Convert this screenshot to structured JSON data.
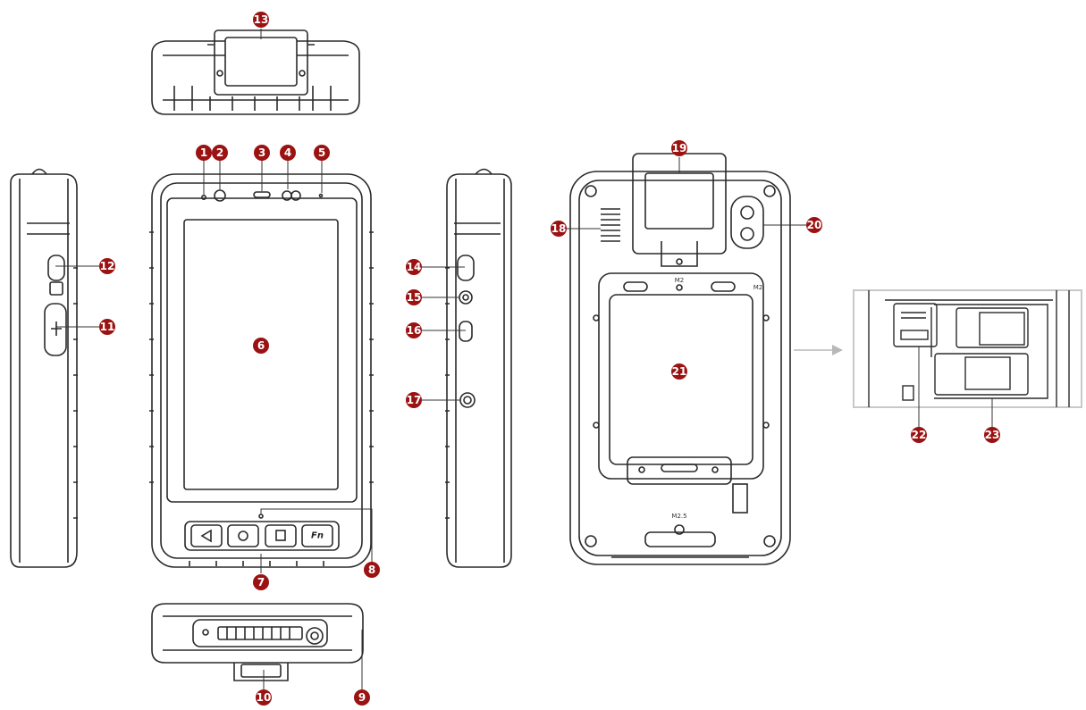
{
  "colors": {
    "callout": "#9b1212",
    "outline": "#2a2a2a",
    "line": "#333333",
    "arrow": "#b8b8b8",
    "zoom_frame": "#c8c8c8"
  },
  "views": [
    "top-view",
    "front-view",
    "left-side-view",
    "right-side-view",
    "bottom-view",
    "back-view",
    "slot-detail-view"
  ],
  "engraved": {
    "m2_back": "M2",
    "m2_back_right": "M2",
    "m25": "M2.5",
    "fn_key": "Fn"
  },
  "callouts": [
    {
      "id": "c1",
      "label": "1"
    },
    {
      "id": "c2",
      "label": "2"
    },
    {
      "id": "c3",
      "label": "3"
    },
    {
      "id": "c4",
      "label": "4"
    },
    {
      "id": "c5",
      "label": "5"
    },
    {
      "id": "c6",
      "label": "6"
    },
    {
      "id": "c7",
      "label": "7"
    },
    {
      "id": "c8",
      "label": "8"
    },
    {
      "id": "c9",
      "label": "9"
    },
    {
      "id": "c10",
      "label": "10"
    },
    {
      "id": "c11",
      "label": "11"
    },
    {
      "id": "c12",
      "label": "12"
    },
    {
      "id": "c13",
      "label": "13"
    },
    {
      "id": "c14",
      "label": "14"
    },
    {
      "id": "c15",
      "label": "15"
    },
    {
      "id": "c16",
      "label": "16"
    },
    {
      "id": "c17",
      "label": "17"
    },
    {
      "id": "c18",
      "label": "18"
    },
    {
      "id": "c19",
      "label": "19"
    },
    {
      "id": "c20",
      "label": "20"
    },
    {
      "id": "c21",
      "label": "21"
    },
    {
      "id": "c22",
      "label": "22"
    },
    {
      "id": "c23",
      "label": "23"
    }
  ]
}
